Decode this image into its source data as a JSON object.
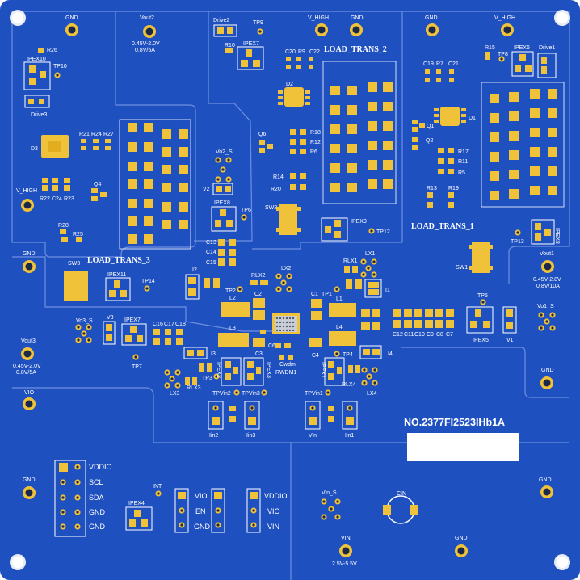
{
  "board": {
    "id_label": "NO.2377FI2523IHb1A",
    "colors": {
      "pcb": "#1f50c0",
      "trace": "#2a61d6",
      "pad": "#f0c23a",
      "silk": "#ffffff",
      "drill": "#1b2a4a"
    }
  },
  "sections": {
    "load1": "LOAD_TRANS_1",
    "load2": "LOAD_TRANS_2",
    "load3": "LOAD_TRANS_3"
  },
  "top_labels": {
    "gnd_tl": "GND",
    "vout2": "Vout2",
    "vout2_spec1": "0.45V-2.0V",
    "vout2_spec2": "0.8V/5A",
    "drive2": "Drive2",
    "tp9": "TP9",
    "vhigh_mid": "V_HIGH",
    "gnd_mid": "GND",
    "gnd_tr": "GND",
    "vhigh_tr": "V_HIGH",
    "r10": "R10",
    "ipex7_top": "IPEX7",
    "c20": "C20",
    "r9": "R9",
    "c22": "C22",
    "r15": "R15",
    "tp8": "TP8",
    "ipex6": "IPEX6",
    "drive1": "Drive1"
  },
  "left_labels": {
    "r26": "R26",
    "ipex10": "IPEX10",
    "tp10": "TP10",
    "drive3": "Drive3",
    "r21": "R21",
    "r24": "R24",
    "r27": "R27",
    "d3": "D3",
    "r22": "R22",
    "c24": "C24",
    "r23": "R23",
    "q4": "Q4",
    "vhigh_l": "V_HIGH",
    "r28": "R28",
    "r25": "R25",
    "gnd_l": "GND",
    "sw3": "SW3",
    "ipex11": "IPEX11",
    "tp14": "TP14",
    "vo3s": "Vo3_S",
    "v3": "V3",
    "ipex7": "IPEX7",
    "c16": "C16",
    "c17": "C17",
    "c18": "C18",
    "vout3": "Vout3",
    "vout3_spec1": "0.45V-2.0V",
    "vout3_spec2": "0.8V/5A",
    "tp7": "TP7",
    "vio_l": "VIO",
    "gnd_lb": "GND"
  },
  "mid_labels": {
    "d2": "D2",
    "q6": "Q6",
    "r18": "R18",
    "r12": "R12",
    "r6": "R6",
    "r14": "R14",
    "r20": "R20",
    "vo2s": "Vo2_S",
    "v2": "V2",
    "ipex8_mid": "IPEX8",
    "tp6": "TP6",
    "sw2": "SW2",
    "ipex9": "IPEX9",
    "tp12": "TP12",
    "c13": "C13",
    "c14": "C14",
    "c15": "C15",
    "l2": "L2",
    "tp2": "TP2",
    "rlx2": "RLX2",
    "lx2": "LX2",
    "c2": "C2",
    "l3": "L3",
    "c3": "C3",
    "i2": "I2",
    "i3": "I3",
    "c6": "C6",
    "tp3": "TP3",
    "lx3": "LX3",
    "rlx3": "RLX3",
    "ipex2": "IPEX2",
    "ipex3": "IPEX3",
    "tpvin2": "TPVin2",
    "tpvin3": "TPVin3",
    "cwdm": "Cwdm",
    "rwdm1": "RWDM1",
    "in2": "Iin2",
    "in3": "Iin3"
  },
  "right_labels": {
    "c19": "C19",
    "r7": "R7",
    "c21": "C21",
    "d1": "D1",
    "q1": "Q1",
    "q2": "Q2",
    "r17": "R17",
    "r11": "R11",
    "r5": "R5",
    "r13": "R13",
    "r19": "R19",
    "tp13": "TP13",
    "ipex8": "IPEX8",
    "sw1": "SW1",
    "vout1": "Vout1",
    "vout1_spec1": "0.45V-2.8V",
    "vout1_spec2": "0.8V/10A",
    "rlx1": "RLX1",
    "lx1": "LX1",
    "tp1": "TP1",
    "i1": "I1",
    "c1": "C1",
    "l1": "L1",
    "l4": "L4",
    "c4": "C4",
    "tp4": "TP4",
    "i4": "I4",
    "ipex1": "IPEX1",
    "rlx4": "RLX4",
    "lx4": "LX4",
    "tpvin1": "TPVin1",
    "vin": "Vin",
    "in1": "Iin1",
    "tp5": "TP5",
    "ipex5": "IPEX5",
    "v1": "V1",
    "vo1s": "Vo1_S",
    "gnd_r": "GND",
    "c12": "C12",
    "c11": "C11",
    "c10": "C10",
    "c9": "C9",
    "c8": "C8",
    "c7": "C7"
  },
  "bottom": {
    "header_left": [
      "VDDIO",
      "SCL",
      "SDA",
      "GND",
      "GND"
    ],
    "ipex4": "IPEX4",
    "int": "INT",
    "header_mid": [
      "VIO",
      "EN",
      "GND"
    ],
    "header_right": [
      "VDDIO",
      "VIO",
      "VIN"
    ],
    "vin_s": "Vin_S",
    "cin": "CIN",
    "vin_b": "VIN",
    "vin_range": "2.5V-5.5V",
    "gnd_bm": "GND",
    "gnd_br": "GND"
  }
}
